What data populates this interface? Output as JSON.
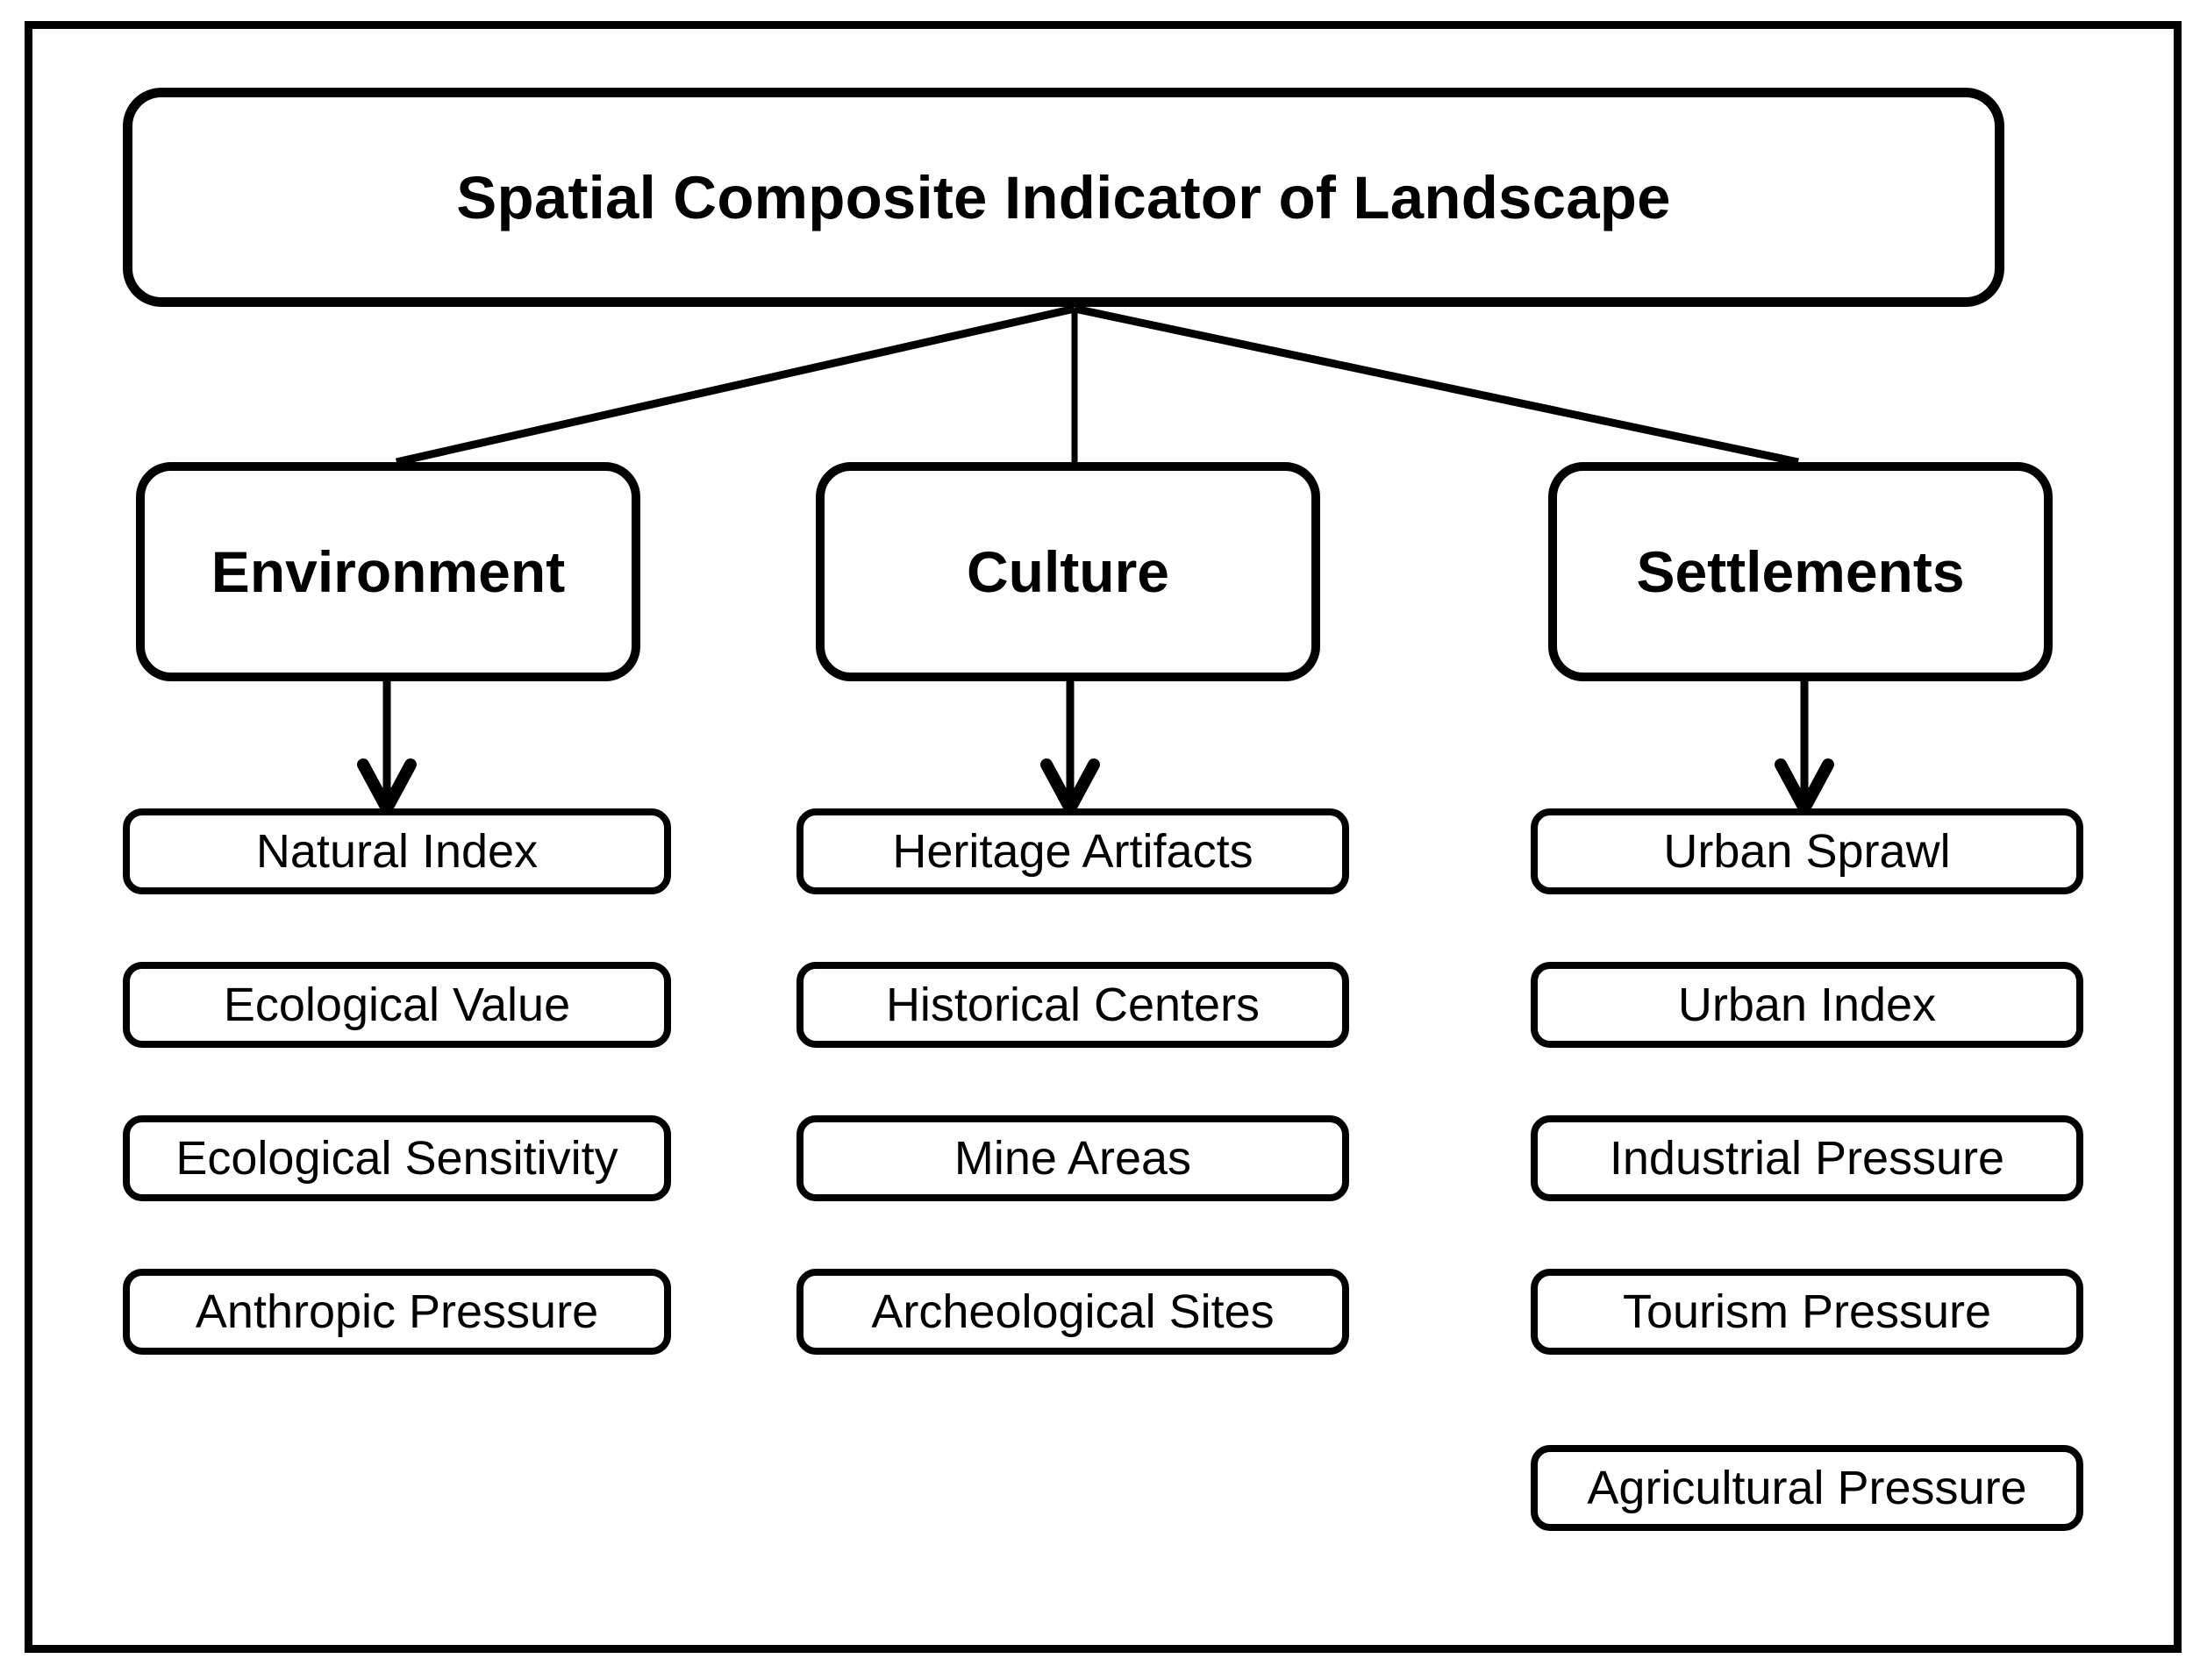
{
  "diagram": {
    "root": {
      "label": "Spatial Composite Indicator of Landscape"
    },
    "categories": [
      {
        "label": "Environment"
      },
      {
        "label": "Culture"
      },
      {
        "label": "Settlements"
      }
    ],
    "columns": [
      {
        "category": "Environment",
        "items": [
          {
            "label": "Natural Index"
          },
          {
            "label": "Ecological Value"
          },
          {
            "label": "Ecological Sensitivity"
          },
          {
            "label": "Anthropic Pressure"
          }
        ]
      },
      {
        "category": "Culture",
        "items": [
          {
            "label": "Heritage Artifacts"
          },
          {
            "label": "Historical Centers"
          },
          {
            "label": "Mine Areas"
          },
          {
            "label": "Archeological Sites"
          }
        ]
      },
      {
        "category": "Settlements",
        "items": [
          {
            "label": "Urban Sprawl"
          },
          {
            "label": "Urban Index"
          },
          {
            "label": "Industrial Pressure"
          },
          {
            "label": "Tourism Pressure"
          },
          {
            "label": "Agricultural Pressure"
          }
        ]
      }
    ],
    "colors": {
      "stroke": "#000000",
      "fill": "#ffffff",
      "text": "#000000"
    }
  }
}
